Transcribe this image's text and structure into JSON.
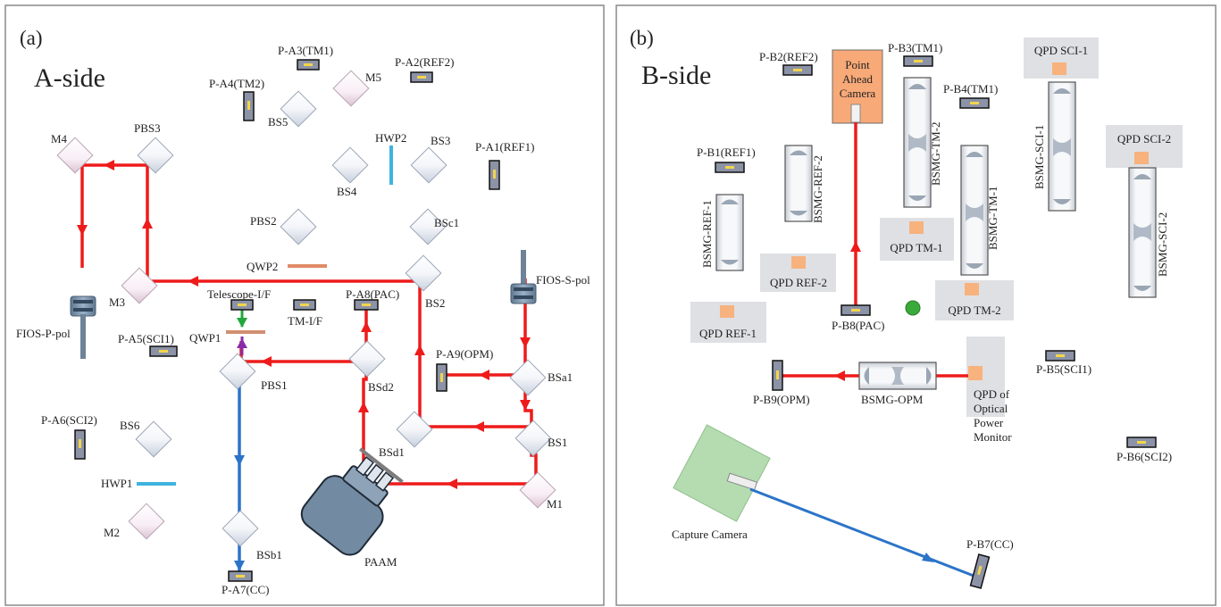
{
  "panel_a": {
    "panel_letter": "(a)",
    "side_title": "A-side",
    "components": {
      "pa3": "P-A3(TM1)",
      "pa2": "P-A2(REF2)",
      "pa4": "P-A4(TM2)",
      "pa1": "P-A1(REF1)",
      "m5": "M5",
      "bs5": "BS5",
      "hwp2": "HWP2",
      "bs3": "BS3",
      "bs4": "BS4",
      "m4": "M4",
      "pbs3": "PBS3",
      "pbs2": "PBS2",
      "bsc1": "BSc1",
      "qwp2": "QWP2",
      "bs2": "BS2",
      "fios_s": "FIOS-S-pol",
      "m3": "M3",
      "telescope": "Telescope-I/F",
      "tmif": "TM-I/F",
      "pa8": "P-A8(PAC)",
      "fios_p": "FIOS-P-pol",
      "qwp1": "QWP1",
      "pa5": "P-A5(SCI1)",
      "pa9": "P-A9(OPM)",
      "pbs1": "PBS1",
      "bsd2": "BSd2",
      "bsa1": "BSa1",
      "pa6": "P-A6(SCI2)",
      "bs6": "BS6",
      "bsd1": "BSd1",
      "bs1": "BS1",
      "hwp1": "HWP1",
      "m2": "M2",
      "m1": "M1",
      "bsb1": "BSb1",
      "paam": "PAAM",
      "pa7": "P-A7(CC)"
    }
  },
  "panel_b": {
    "panel_letter": "(b)",
    "side_title": "B-side",
    "components": {
      "pb2": "P-B2(REF2)",
      "pac_camera": [
        "Point",
        "Ahead",
        "Camera"
      ],
      "pb3": "P-B3(TM1)",
      "qpd_sci1": "QPD SCI-1",
      "pb4": "P-B4(TM1)",
      "bsmg_tm2": "BSMG-TM-2",
      "bsmg_sci1": "BSMG-SCI-1",
      "qpd_sci2": "QPD SCI-2",
      "pb1": "P-B1(REF1)",
      "bsmg_ref2": "BSMG-REF-2",
      "bsmg_tm1": "BSMG-TM-1",
      "bsmg_ref1": "BSMG-REF-1",
      "qpd_tm1": "QPD TM-1",
      "bsmg_sci2": "BSMG-SCI-2",
      "qpd_ref2": "QPD REF-2",
      "qpd_tm2": "QPD TM-2",
      "pb8": "P-B8(PAC)",
      "qpd_ref1": "QPD REF-1",
      "pb5": "P-B5(SCI1)",
      "pb9": "P-B9(OPM)",
      "bsmg_opm": "BSMG-OPM",
      "qpd_opm": [
        "QPD of",
        "Optical",
        "Power",
        "Monitor"
      ],
      "pb6": "P-B6(SCI2)",
      "capture_camera": "Capture Camera",
      "pb7": "P-B7(CC)"
    }
  },
  "colors": {
    "main_beam": "#ee1b1b",
    "blue_beam": "#2b74c8",
    "green_beam": "#1fa83c",
    "purple_beam": "#8a2ca8",
    "qpd_pad": "#f7b27e",
    "qpd_box": "#dfe0e3",
    "pac_box": "#f8a978",
    "capture_box": "#b5dcb1"
  }
}
